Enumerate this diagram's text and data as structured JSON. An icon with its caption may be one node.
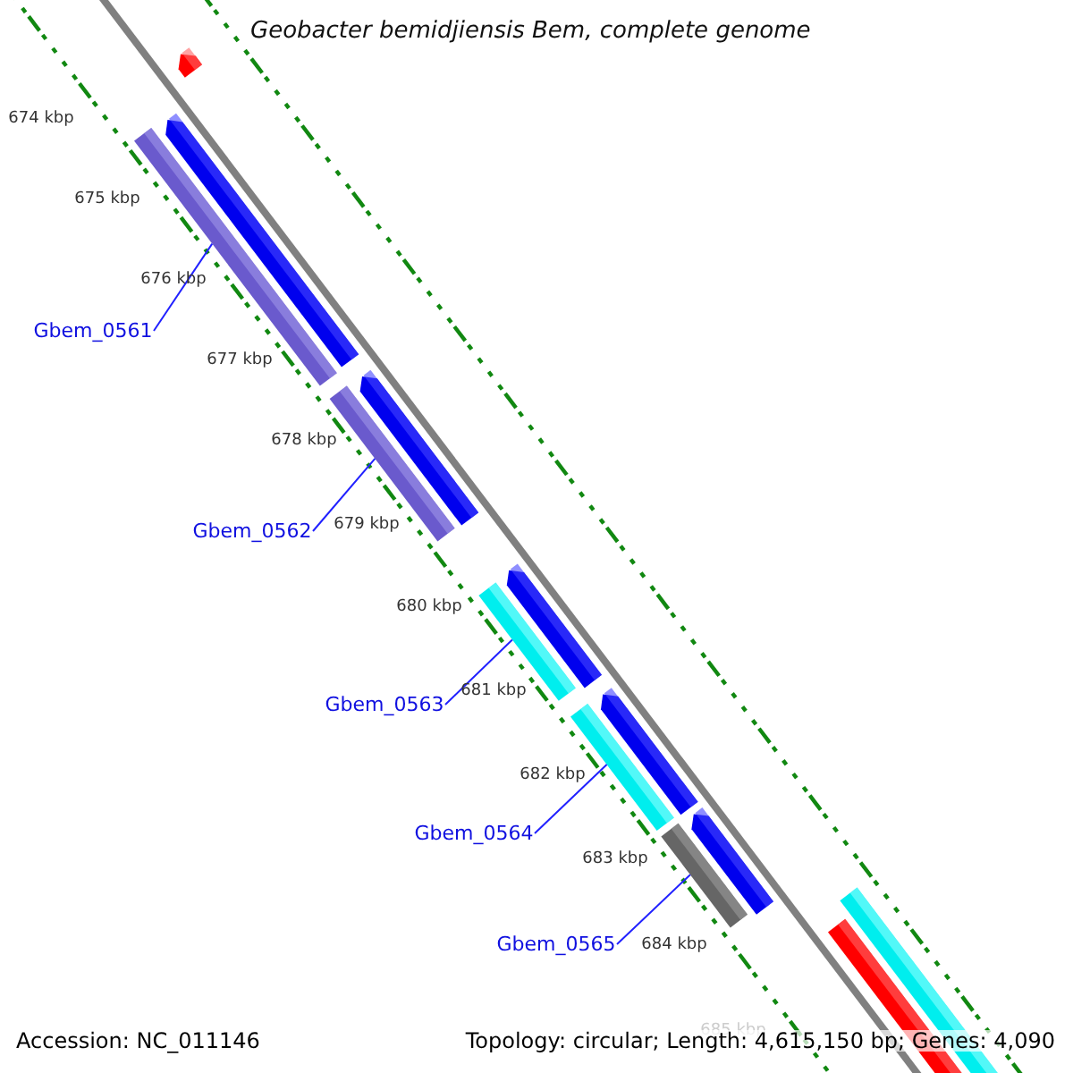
{
  "diagram": {
    "title": "Geobacter bemidjiensis Bem, complete genome",
    "nodes": [
      {
        "text": [
          "Gbem_0561"
        ]
      },
      {
        "text": [
          "Gbem_0562"
        ]
      },
      {
        "text": [
          "Gbem_0563"
        ]
      },
      {
        "text": [
          "Gbem_0564"
        ]
      },
      {
        "text": [
          "Gbem_0565"
        ]
      },
      {
        "text": [],
        "shape": "bar"
      },
      {
        "text": [],
        "shape": "bar"
      },
      {
        "text": [],
        "shape": "bar"
      },
      {
        "text": [],
        "shape": "bar"
      },
      {
        "text": [],
        "shape": "bar"
      }
    ],
    "edges": [
      {
        "from": 0,
        "to": 5,
        "arrow": "none"
      },
      {
        "from": 1,
        "to": 6,
        "arrow": "none"
      },
      {
        "from": 2,
        "to": 7,
        "arrow": "none"
      },
      {
        "from": 3,
        "to": 8,
        "arrow": "none"
      },
      {
        "from": 4,
        "to": 9,
        "arrow": "none"
      }
    ],
    "labels": [
      "674 kbp",
      "675 kbp",
      "676 kbp",
      "677 kbp",
      "678 kbp",
      "679 kbp",
      "680 kbp",
      "681 kbp",
      "682 kbp",
      "683 kbp",
      "684 kbp",
      "685 kbp",
      "Accession: NC_011146",
      "Topology: circular; Length: 4,615,150 bp; Genes: 4,090"
    ]
  }
}
